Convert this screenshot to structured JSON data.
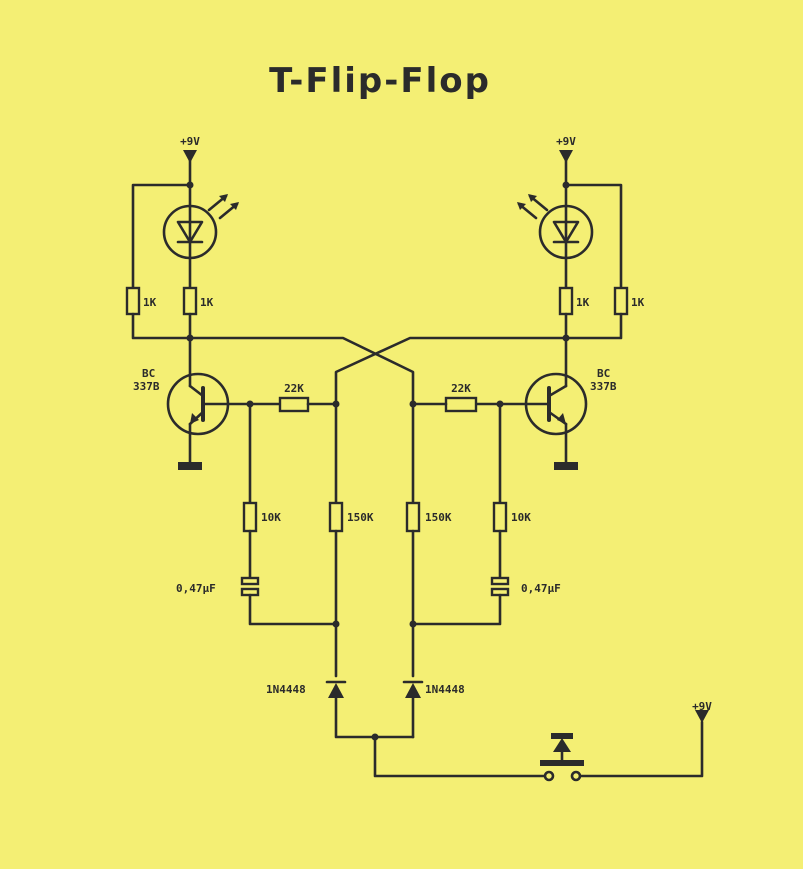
{
  "title": "T-Flip-Flop",
  "supply": {
    "label": "+9V"
  },
  "left": {
    "r_led": "1K",
    "r_pull": "1K",
    "transistor_line1": "BC",
    "transistor_line2": "337B",
    "r_base": "22K",
    "r_cap": "10K",
    "r_bias": "150K",
    "capacitor": "0,47µF",
    "diode": "1N4448"
  },
  "right": {
    "r_led": "1K",
    "r_pull": "1K",
    "transistor_line1": "BC",
    "transistor_line2": "337B",
    "r_base": "22K",
    "r_cap": "10K",
    "r_bias": "150K",
    "capacitor": "0,47µF",
    "diode": "1N4448"
  },
  "colors": {
    "background": "#f4ef74",
    "ink": "#2b2b2b"
  }
}
